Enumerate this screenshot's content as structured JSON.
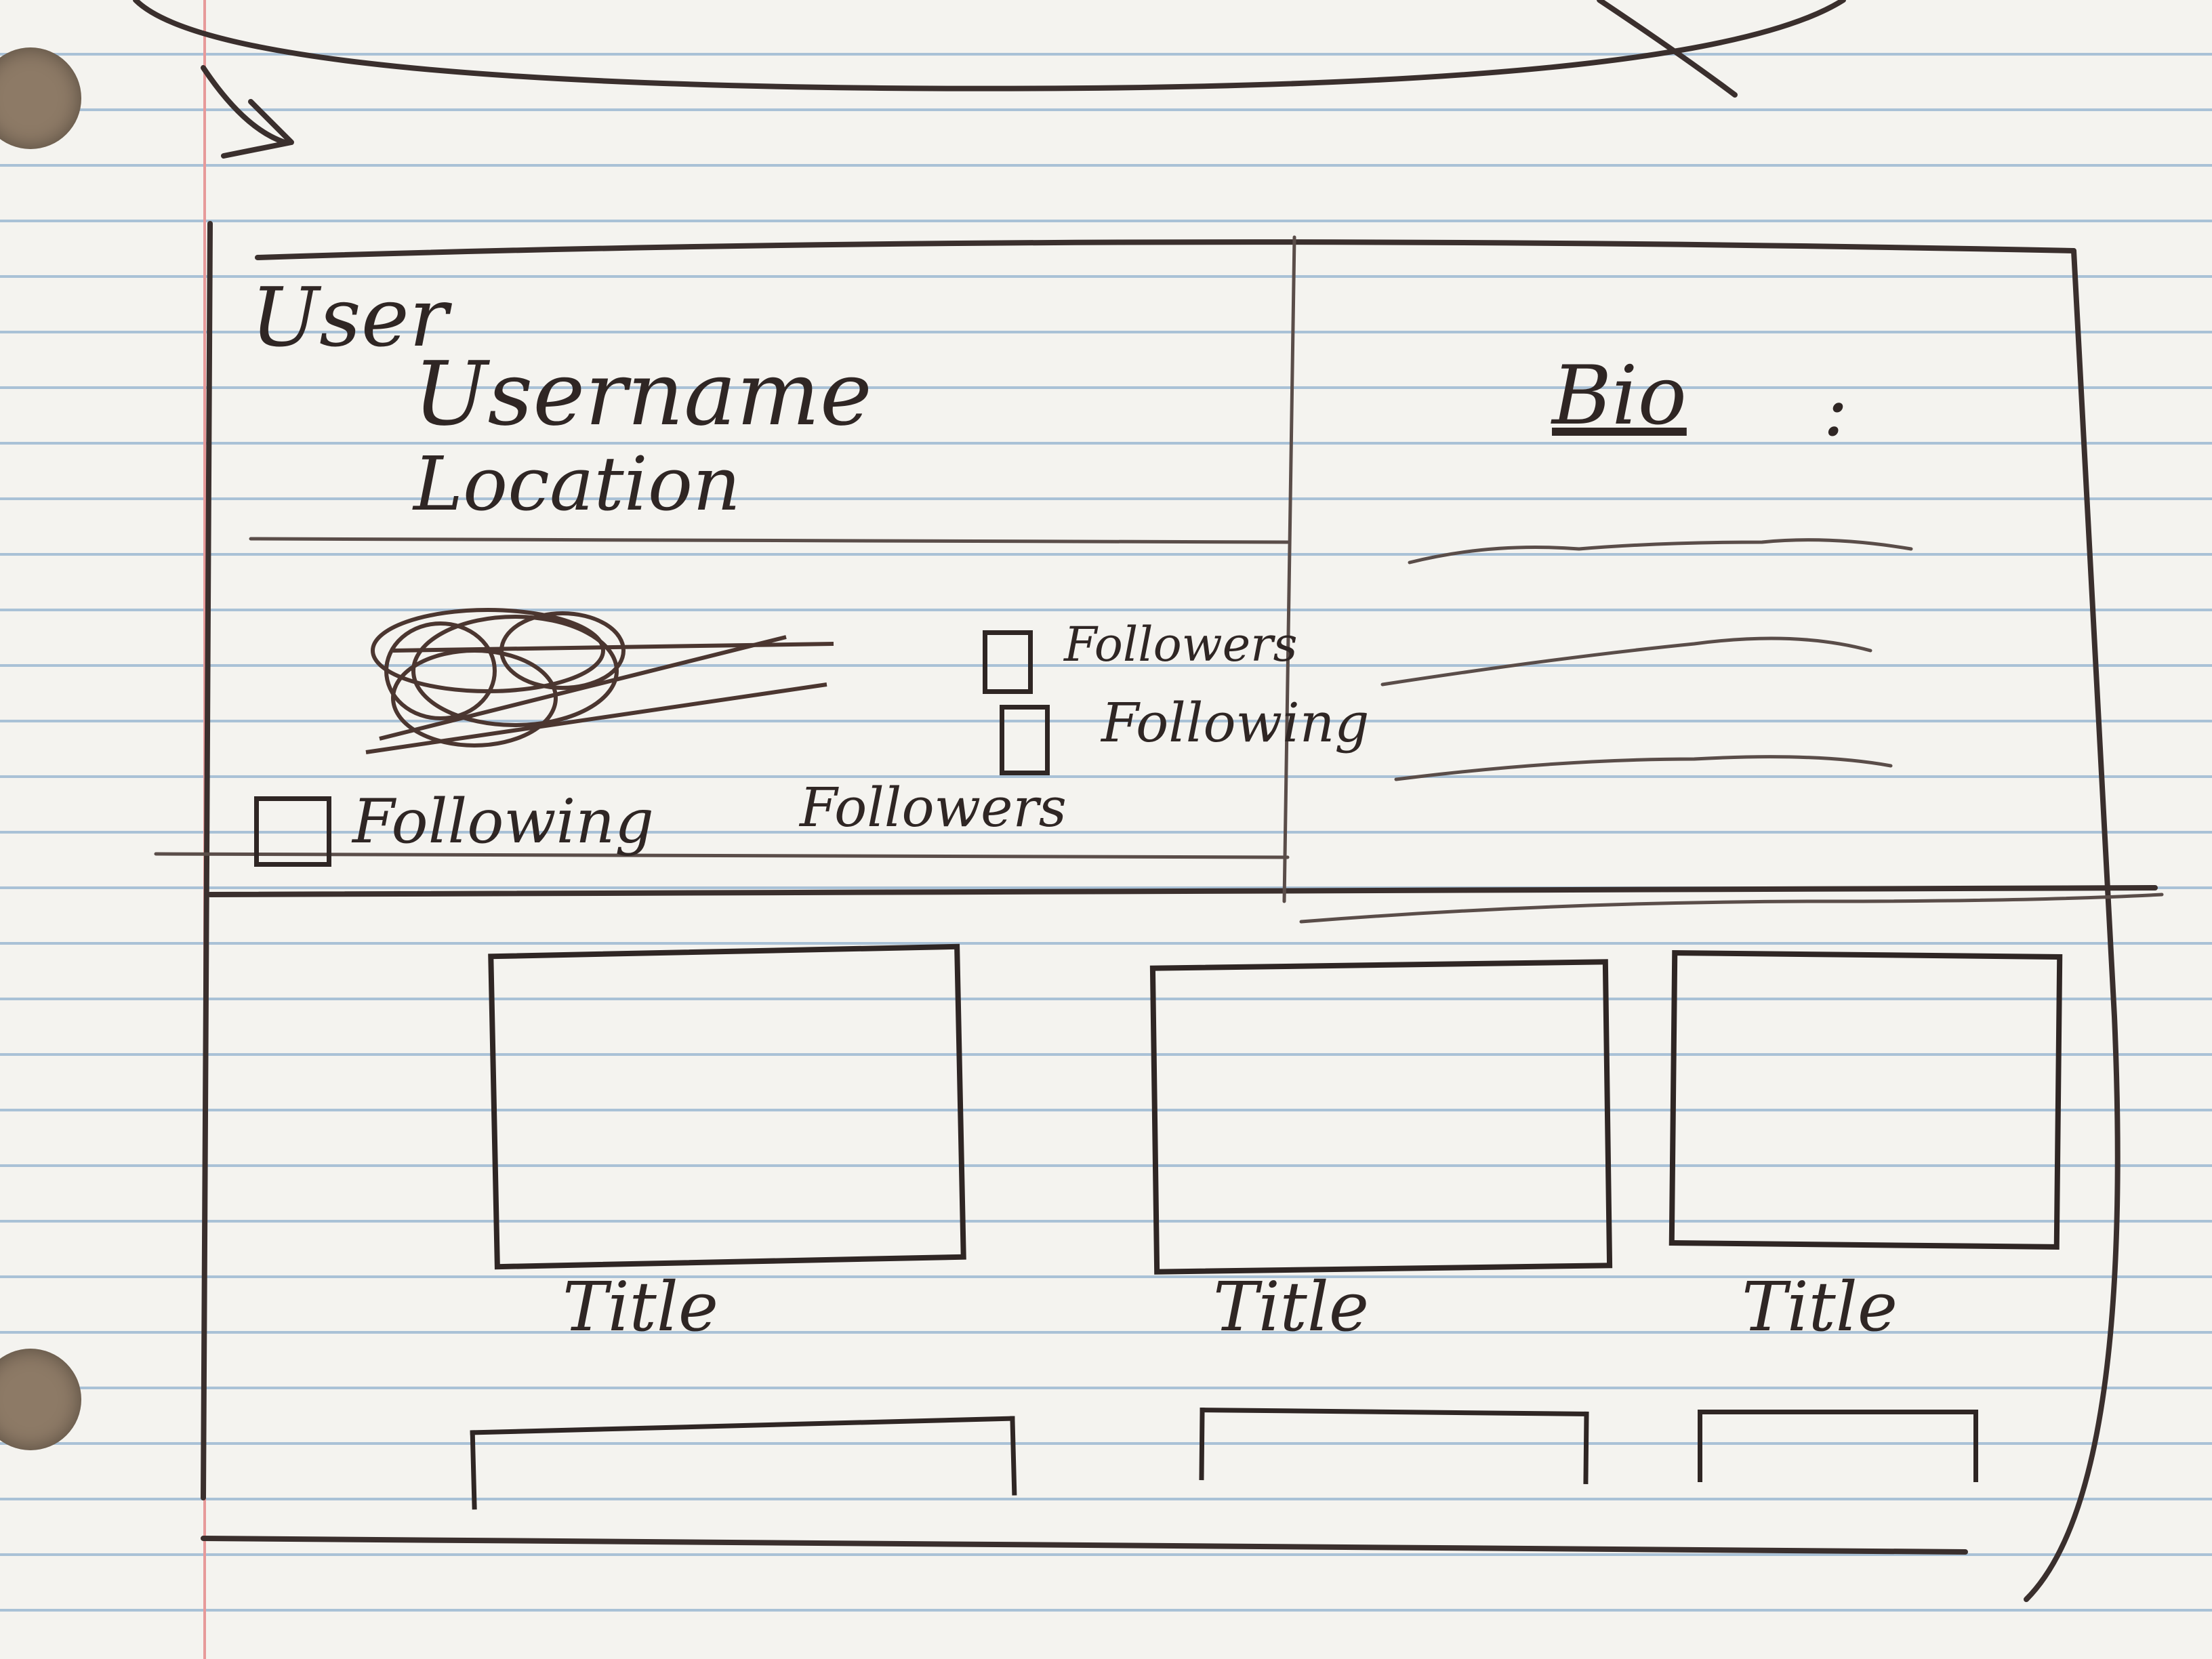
{
  "profile": {
    "user_label": "User",
    "username_label": "Username",
    "location_label": "Location"
  },
  "bio": {
    "label": "Bio",
    "colon": ":"
  },
  "stats": {
    "followers_right": "Followers",
    "following_right": "Following",
    "following_left": "Following",
    "followers_left": "Followers"
  },
  "gallery": {
    "items": [
      {
        "title": "Title"
      },
      {
        "title": "Title"
      },
      {
        "title": "Title"
      }
    ]
  },
  "colors": {
    "ink": "#2f2624",
    "rule_lines": "#a9c1d6",
    "margin_line": "#e79a9a",
    "paper": "#f4f3ef"
  }
}
